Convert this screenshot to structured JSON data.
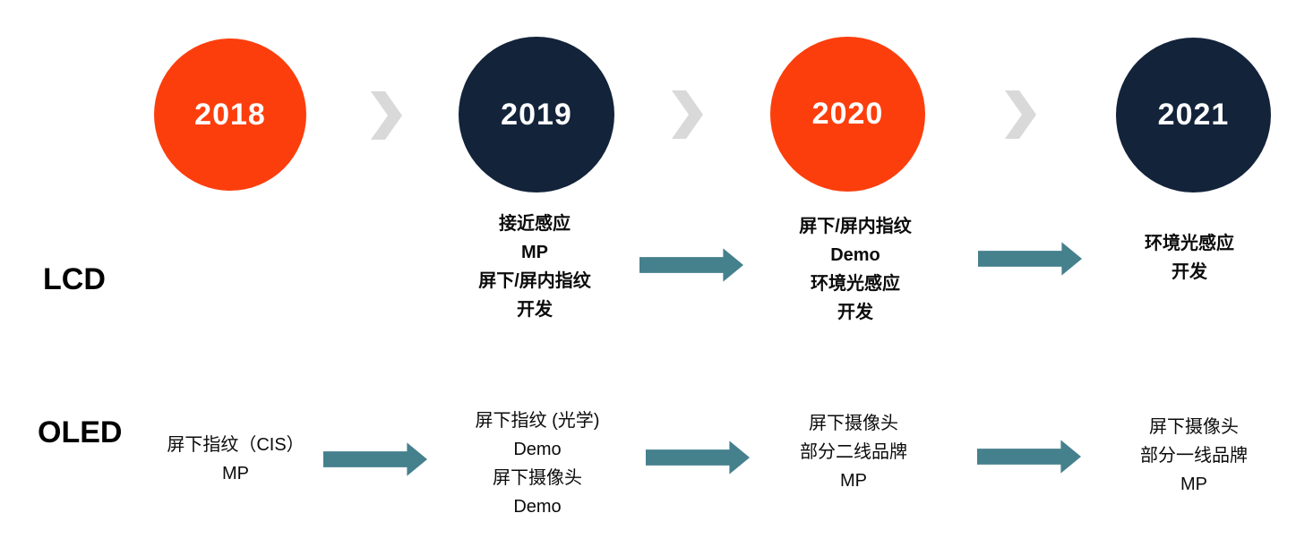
{
  "colors": {
    "accent-orange": "#FC3E0D",
    "navy": "#13233A",
    "teal-arrow": "#45808D",
    "chevron-gray": "#D9D9D9",
    "text": "#0B0B0B",
    "background": "#FFFFFF"
  },
  "timeline": {
    "years": [
      "2018",
      "2019",
      "2020",
      "2021"
    ],
    "year_circle_colors": [
      "orange",
      "navy",
      "orange",
      "navy"
    ]
  },
  "icons": {
    "chevron": "chevron-right-icon (gray year separator)",
    "flow_arrow": "teal right block arrow between milestone blocks"
  },
  "rows": {
    "lcd": {
      "label": "LCD",
      "milestones": {
        "y2019": [
          "接近感应",
          "MP",
          "屏下/屏内指纹",
          "开发"
        ],
        "y2020": [
          "屏下/屏内指纹",
          "Demo",
          "环境光感应",
          "开发"
        ],
        "y2021": [
          "环境光感应",
          "开发"
        ]
      }
    },
    "oled": {
      "label": "OLED",
      "milestones": {
        "y2018": [
          "屏下指纹（CIS）",
          "MP"
        ],
        "y2019": [
          "屏下指纹 (光学)",
          "Demo",
          "屏下摄像头",
          "Demo"
        ],
        "y2020": [
          "屏下摄像头",
          "部分二线品牌",
          "MP"
        ],
        "y2021": [
          "屏下摄像头",
          "部分一线品牌",
          "MP"
        ]
      }
    }
  }
}
